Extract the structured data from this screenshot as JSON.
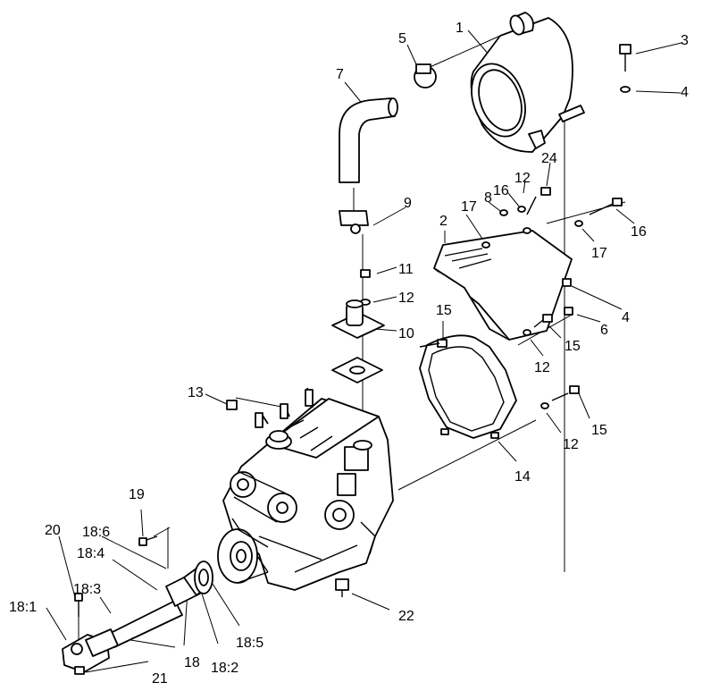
{
  "callouts": [
    {
      "id": "c1",
      "text": "1"
    },
    {
      "id": "c2",
      "text": "2"
    },
    {
      "id": "c3",
      "text": "3"
    },
    {
      "id": "c4a",
      "text": "4"
    },
    {
      "id": "c4b",
      "text": "4"
    },
    {
      "id": "c5",
      "text": "5"
    },
    {
      "id": "c6",
      "text": "6"
    },
    {
      "id": "c7",
      "text": "7"
    },
    {
      "id": "c8",
      "text": "8"
    },
    {
      "id": "c9",
      "text": "9"
    },
    {
      "id": "c10",
      "text": "10"
    },
    {
      "id": "c11",
      "text": "11"
    },
    {
      "id": "c12a",
      "text": "12"
    },
    {
      "id": "c12b",
      "text": "12"
    },
    {
      "id": "c12c",
      "text": "12"
    },
    {
      "id": "c12d",
      "text": "12"
    },
    {
      "id": "c13",
      "text": "13"
    },
    {
      "id": "c14",
      "text": "14"
    },
    {
      "id": "c15a",
      "text": "15"
    },
    {
      "id": "c15b",
      "text": "15"
    },
    {
      "id": "c15c",
      "text": "15"
    },
    {
      "id": "c16a",
      "text": "16"
    },
    {
      "id": "c16b",
      "text": "16"
    },
    {
      "id": "c17a",
      "text": "17"
    },
    {
      "id": "c17b",
      "text": "17"
    },
    {
      "id": "c18",
      "text": "18"
    },
    {
      "id": "c18_1",
      "text": "18:1"
    },
    {
      "id": "c18_2",
      "text": "18:2"
    },
    {
      "id": "c18_3",
      "text": "18:3"
    },
    {
      "id": "c18_4",
      "text": "18:4"
    },
    {
      "id": "c18_5",
      "text": "18:5"
    },
    {
      "id": "c18_6",
      "text": "18:6"
    },
    {
      "id": "c19",
      "text": "19"
    },
    {
      "id": "c20",
      "text": "20"
    },
    {
      "id": "c21",
      "text": "21"
    },
    {
      "id": "c22",
      "text": "22"
    },
    {
      "id": "c24",
      "text": "24"
    }
  ]
}
